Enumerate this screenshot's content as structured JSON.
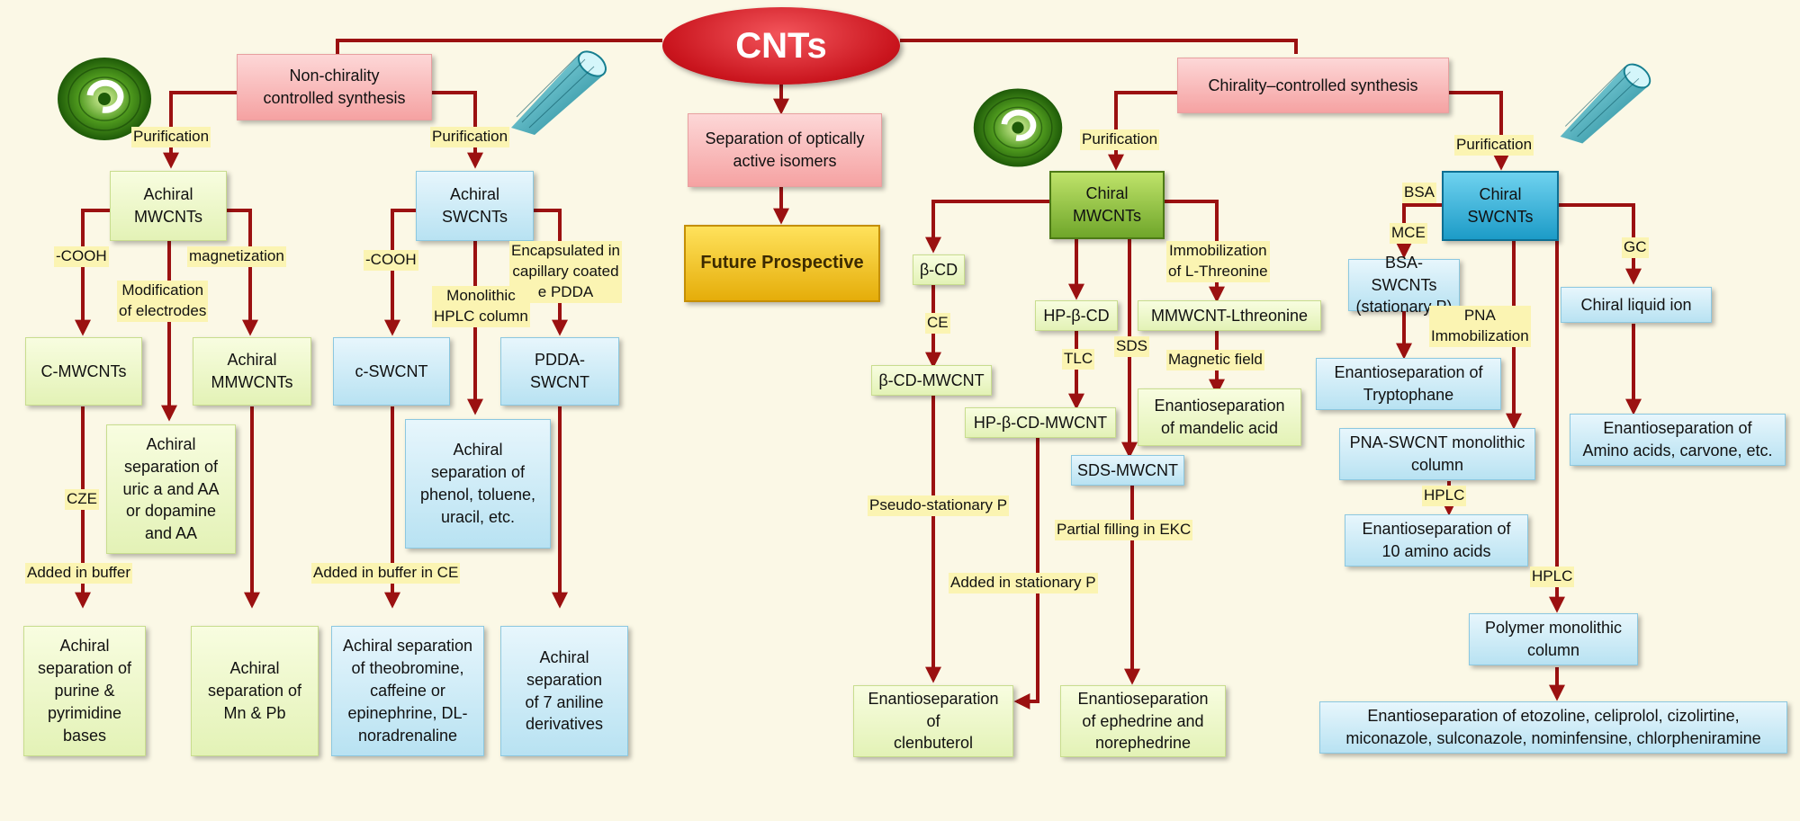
{
  "root": "CNTs",
  "nodes": {
    "non_chirality": "Non-chirality\ncontrolled synthesis",
    "chirality": "Chirality–controlled  synthesis",
    "separation": "Separation of optically\nactive isomers",
    "future": "Future Prospective",
    "achiral_mwcnts": "Achiral\nMWCNTs",
    "achiral_swcnts": "Achiral\nSWCNTs",
    "c_mwcnts": "C-MWCNTs",
    "achiral_uric": "Achiral\nseparation of\nuric a and AA\nor dopamine\nand AA",
    "achiral_mmwcnts": "Achiral\nMMWCNTs",
    "achiral_purine": "Achiral\nseparation of\npurine &\npyrimidine\nbases",
    "achiral_mnpb": "Achiral\nseparation of\nMn & Pb",
    "c_swcnt": "c-SWCNT",
    "pdda_swcnt": "PDDA-\nSWCNT",
    "achiral_phenol": "Achiral\nseparation of\nphenol, toluene,\nuracil, etc.",
    "achiral_theobromine": "Achiral separation\nof theobromine,\ncaffeine or\nepinephrine, DL-\nnoradrenaline",
    "achiral_aniline": "Achiral\nseparation\nof 7 aniline\nderivatives",
    "chiral_mwcnts": "Chiral\nMWCNTs",
    "chiral_swcnts": "Chiral\nSWCNTs",
    "beta_cd": "β-CD",
    "beta_cd_mwcnt": "β-CD-MWCNT",
    "hp_beta_cd": "HP-β-CD",
    "hp_beta_cd_mwcnt": "HP-β-CD-MWCNT",
    "mmwcnt_lthreonine": "MMWCNT-Lthreonine",
    "enantio_mandelic": "Enantioseparation\nof mandelic acid",
    "sds_mwcnt": "SDS-MWCNT",
    "enantio_clenbuterol": "Enantioseparation\nof\nclenbuterol",
    "enantio_ephedrine": "Enantioseparation\nof ephedrine and\nnorephedrine",
    "bsa_swcnts": "BSA-SWCNTs\n(stationary P)",
    "enantio_tryptophane": "Enantioseparation of\nTryptophane",
    "pna_swcnt": "PNA-SWCNT monolithic\ncolumn",
    "enantio_10aa": "Enantioseparation of\n10 amino acids",
    "chiral_liquid": "Chiral liquid ion",
    "enantio_amino": "Enantioseparation of\nAmino acids, carvone, etc.",
    "polymer_monolithic": "Polymer monolithic\ncolumn",
    "enantio_etozoline": "Enantioseparation of etozoline, celiprolol, cizolirtine,\nmiconazole, sulconazole, nominfensine, chlorpheniramine"
  },
  "labels": {
    "purification_1": "Purification",
    "purification_2": "Purification",
    "purification_3": "Purification",
    "purification_4": "Purification",
    "cooh_1": "-COOH",
    "cooh_2": "-COOH",
    "magnetization": "magnetization",
    "modification": "Modification\nof electrodes",
    "encapsulated": "Encapsulated in\ncapillary coated\ne PDDA",
    "monolithic_hplc": "Monolithic\nHPLC column",
    "cze": "CZE",
    "added_buffer": "Added in buffer",
    "added_buffer_ce": "Added in buffer in CE",
    "ce": "CE",
    "pseudo": "Pseudo-stationary P",
    "tlc": "TLC",
    "sds": "SDS",
    "immobilization_thr": "Immobilization\nof L-Threonine",
    "magnetic_field": "Magnetic field",
    "partial_filling": "Partial filling in EKC",
    "added_stationary": "Added in stationary P",
    "bsa": "BSA",
    "mce": "MCE",
    "pna_immob": "PNA\nImmobilization",
    "gc": "GC",
    "hplc_1": "HPLC",
    "hplc_2": "HPLC"
  },
  "colors": {
    "arrow": "#9b1111",
    "root": "#d0181f",
    "pink": "#f5a2a2",
    "green": "#e3f2b6",
    "blue": "#b8e2f2",
    "green_bright": "#7cb830",
    "blue_bright": "#1c9bc7",
    "future": "#f0b90f",
    "label_bg": "#fbf4b2"
  },
  "icons": [
    "cnt-ring-icon",
    "cnt-tube-icon"
  ]
}
